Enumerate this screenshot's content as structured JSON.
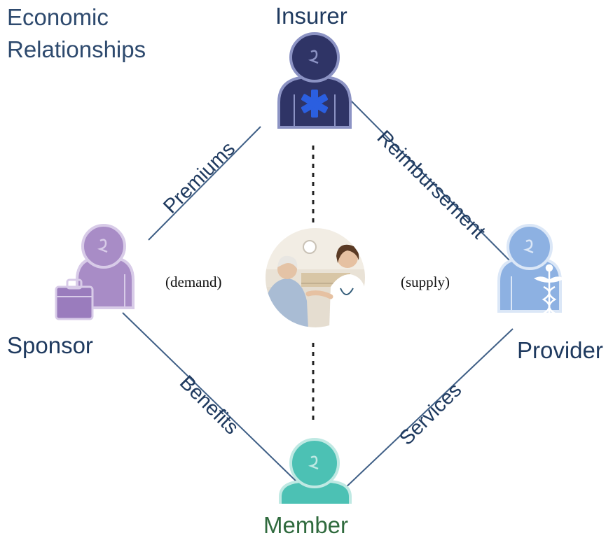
{
  "title": {
    "line1": "Economic",
    "line2": "Relationships"
  },
  "nodes": {
    "insurer": {
      "label": "Insurer",
      "color": "#2f3466",
      "icon": "star-of-life-icon"
    },
    "sponsor": {
      "label": "Sponsor",
      "color": "#a88cc6",
      "icon": "briefcase-icon"
    },
    "provider": {
      "label": "Provider",
      "color": "#8db1e2",
      "icon": "caduceus-icon"
    },
    "member": {
      "label": "Member",
      "color": "#4cc1b4",
      "label_color": "#2f6a3d"
    }
  },
  "edges": {
    "premiums": "Premiums",
    "reimbursement": "Reimbursement",
    "benefits": "Benefits",
    "services": "Services"
  },
  "center": {
    "demand": "(demand)",
    "supply": "(supply)"
  },
  "colors": {
    "line": "#3f5f86",
    "text": "#1f3a5f"
  }
}
